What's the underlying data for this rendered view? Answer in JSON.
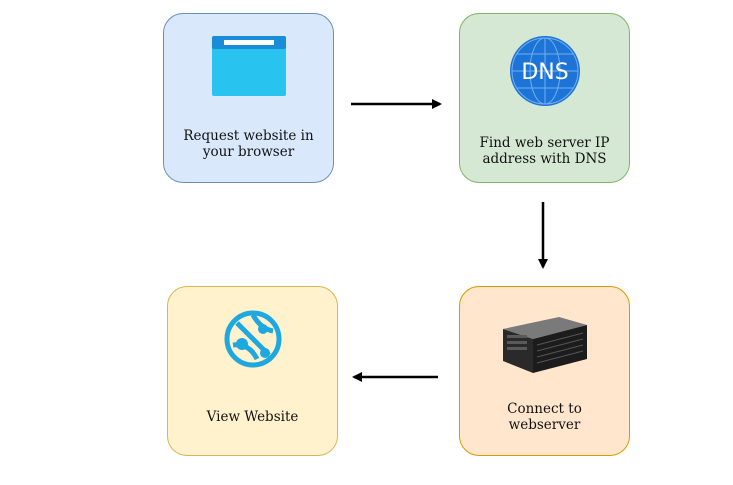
{
  "diagram": {
    "nodes": [
      {
        "id": "request",
        "lines": [
          "Request website in",
          "your browser"
        ],
        "icon": "browser-window-icon",
        "fill": "#dae8fc",
        "stroke": "#6c8ebf"
      },
      {
        "id": "dns",
        "lines": [
          "Find web server IP",
          "address with DNS"
        ],
        "icon": "dns-globe-icon",
        "icon_text": "DNS",
        "fill": "#d5e8d4",
        "stroke": "#82b366"
      },
      {
        "id": "connect",
        "lines": [
          "Connect to",
          "webserver"
        ],
        "icon": "server-icon",
        "fill": "#ffe6cc",
        "stroke": "#d79b00"
      },
      {
        "id": "view",
        "lines": [
          "View Website"
        ],
        "icon": "web-globe-icon",
        "fill": "#fff2cc",
        "stroke": "#d6b656"
      }
    ],
    "edges": [
      {
        "from": "request",
        "to": "dns"
      },
      {
        "from": "dns",
        "to": "connect"
      },
      {
        "from": "connect",
        "to": "view"
      }
    ]
  }
}
